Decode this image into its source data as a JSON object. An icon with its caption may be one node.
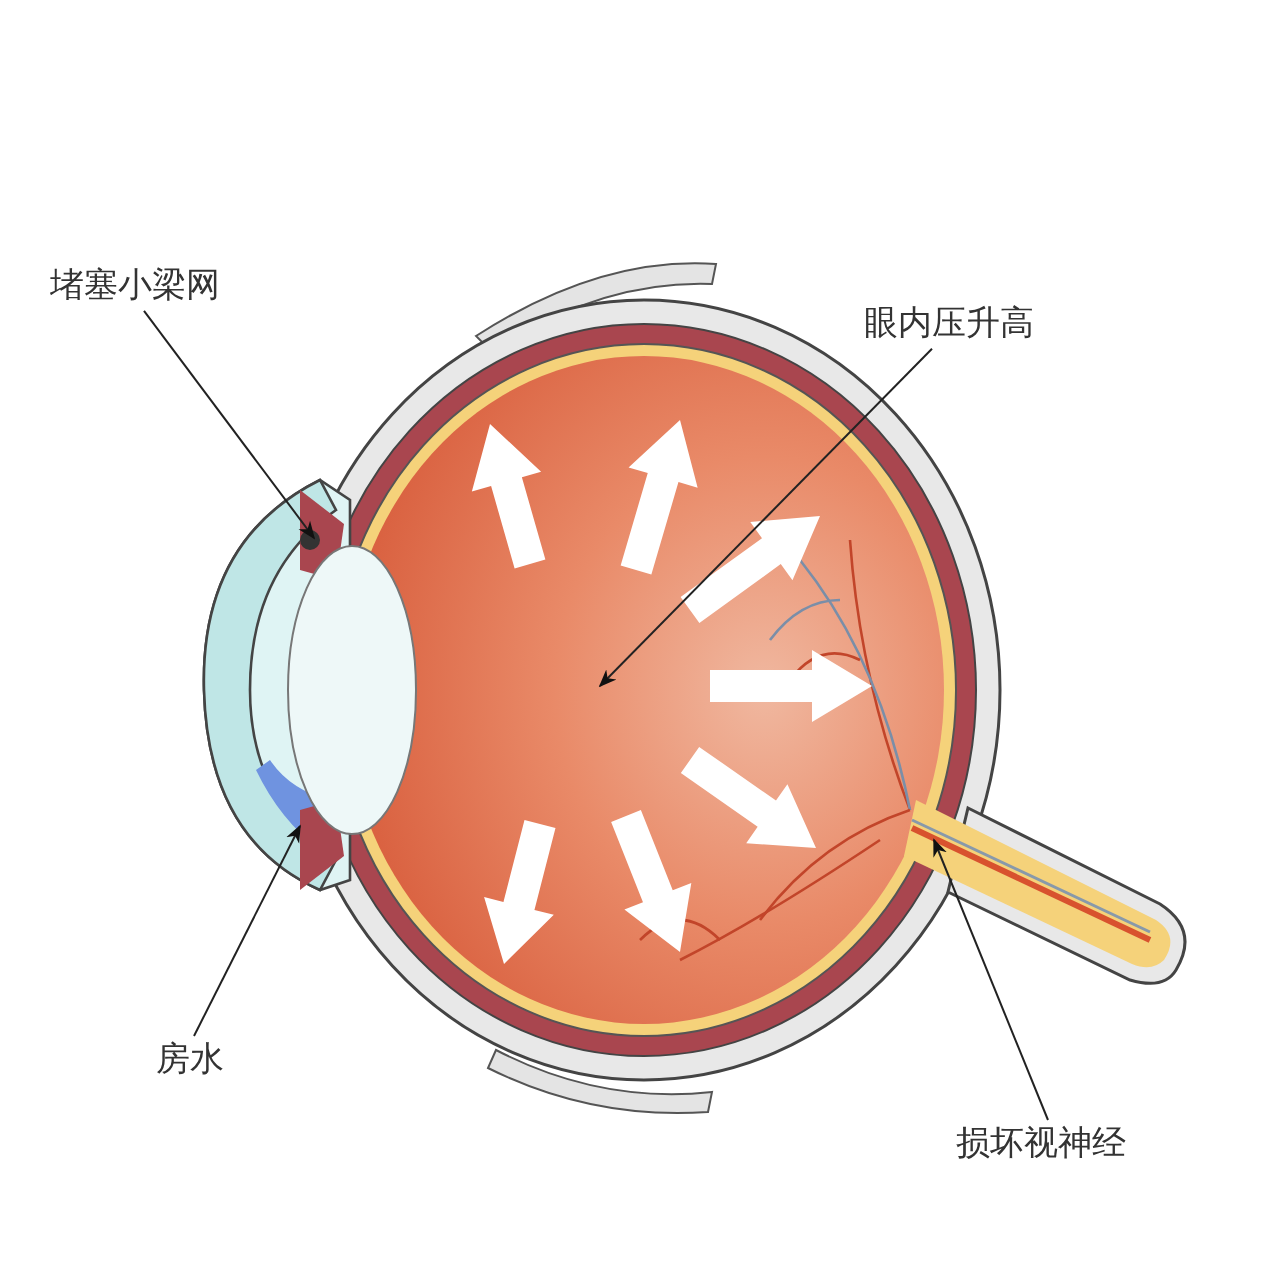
{
  "diagram": {
    "nodes": [
      {
        "text": [
          "堵塞小梁网"
        ]
      },
      {
        "text": [
          "眼内压升高"
        ]
      },
      {
        "text": [
          "房水"
        ]
      },
      {
        "text": [
          "损坏视神经"
        ]
      },
      {
        "text": [],
        "shape": "picture"
      }
    ],
    "edges": [
      {
        "from": 0,
        "to": null,
        "arrow": "to"
      },
      {
        "from": 1,
        "to": null,
        "arrow": "to"
      },
      {
        "from": 2,
        "to": null,
        "arrow": "to"
      },
      {
        "from": 3,
        "to": 4,
        "arrow": "to"
      }
    ]
  }
}
